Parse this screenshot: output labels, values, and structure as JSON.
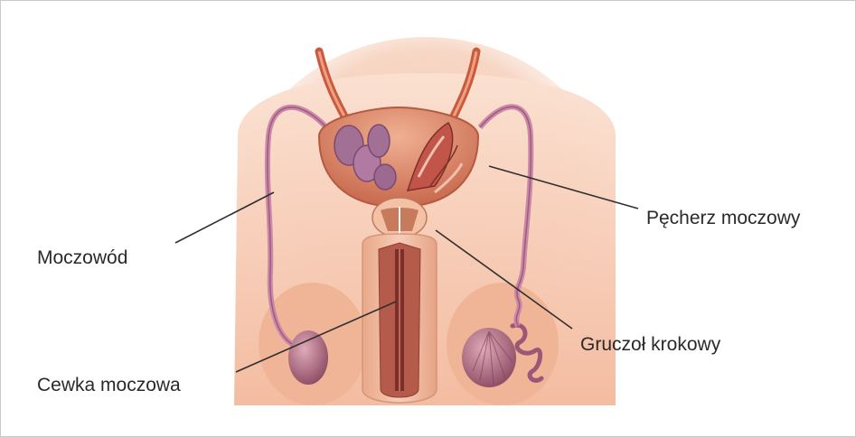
{
  "labels": {
    "ureter": "Moczowód",
    "urethra": "Cewka moczowa",
    "bladder": "Pęcherz moczowy",
    "prostate": "Gruczoł krokowy"
  },
  "colors": {
    "background": "#ffffff",
    "skin": "#f6c7ab",
    "tissue": "#d77a5f",
    "vessel": "#b84b39",
    "glandular": "#a06a8e",
    "leader_line": "#2f2f2f"
  }
}
